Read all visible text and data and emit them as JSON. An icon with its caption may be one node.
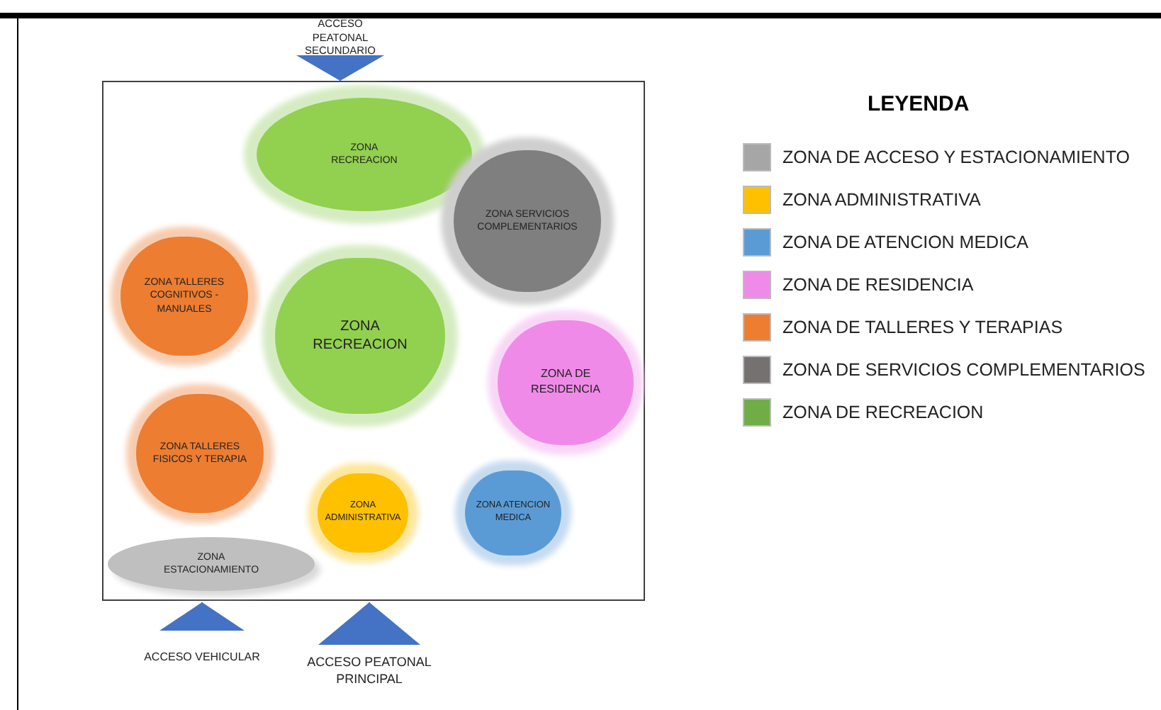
{
  "diagram": {
    "nodes": [
      {
        "text": [],
        "shape": "box"
      },
      {
        "text": [
          "ZONA RECREACION"
        ],
        "in": 0
      },
      {
        "text": [
          "ZONA SERVICIOS COMPLEMENTARIOS"
        ],
        "in": 0
      },
      {
        "text": [
          "ZONA TALLERES COGNITIVOS - MANUALES"
        ],
        "in": 0
      },
      {
        "text": [
          "ZONA RECREACION"
        ],
        "in": 0
      },
      {
        "text": [
          "ZONA DE RESIDENCIA"
        ],
        "in": 0
      },
      {
        "text": [
          "ZONA TALLERES FISICOS Y TERAPIA"
        ],
        "in": 0
      },
      {
        "text": [
          "ZONA ADMINISTRATIVA"
        ],
        "in": 0
      },
      {
        "text": [
          "ZONA ATENCION MEDICA"
        ],
        "in": 0
      },
      {
        "text": [
          "ZONA ESTACIONAMIENTO"
        ],
        "in": 0
      },
      {
        "text": [
          "ACCESO PEATONAL SECUNDARIO"
        ]
      },
      {
        "text": [
          "ACCESO VEHICULAR"
        ]
      },
      {
        "text": [
          "ACCESO PEATONAL PRINCIPAL"
        ]
      }
    ],
    "edges": [
      {
        "from": 10,
        "to": 0,
        "arrow": "to"
      },
      {
        "from": 11,
        "to": 0,
        "arrow": "to"
      },
      {
        "from": 12,
        "to": 0,
        "arrow": "to"
      }
    ],
    "labels": [
      "LEYENDA"
    ],
    "legend": [
      {
        "text": "ZONA DE ACCESO Y ESTACIONAMIENTO",
        "color": "#a6a6a6"
      },
      {
        "text": "ZONA ADMINISTRATIVA",
        "color": "#ffc000"
      },
      {
        "text": "ZONA DE ATENCION MEDICA",
        "color": "#5b9bd5"
      },
      {
        "text": "ZONA DE RESIDENCIA",
        "color": "#f08ae8"
      },
      {
        "text": "ZONA DE TALLERES Y TERAPIAS",
        "color": "#ed7d31"
      },
      {
        "text": "ZONA DE SERVICIOS COMPLEMENTARIOS",
        "color": "#767171"
      },
      {
        "text": "ZONA DE RECREACION",
        "color": "#70ad47"
      }
    ]
  }
}
